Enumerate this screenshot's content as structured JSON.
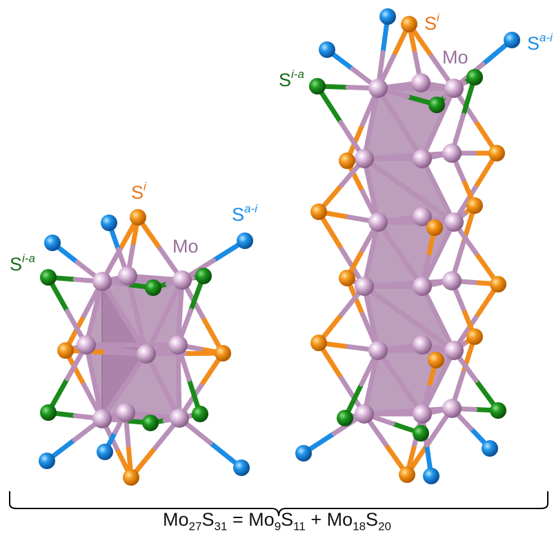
{
  "labels": {
    "s_i": "S",
    "s_i_sup": "i",
    "s_a_i": "S",
    "s_a_i_sup": "a-i",
    "s_i_a": "S",
    "s_i_a_sup": "i-a",
    "mo": "Mo"
  },
  "formula": {
    "lhs_mo": "Mo",
    "lhs_mo_n": "27",
    "lhs_s": "S",
    "lhs_s_n": "31",
    "eq": " = ",
    "t1_mo": "Mo",
    "t1_mo_n": "9",
    "t1_s": "S",
    "t1_s_n": "11",
    "plus": " + ",
    "t2_mo": "Mo",
    "t2_mo_n": "18",
    "t2_s": "S",
    "t2_s_n": "20"
  },
  "colors": {
    "mo": "#c9a0c9",
    "mo_bond": "#b890b8",
    "s_inner": "#f28c1a",
    "s_apical": "#1a8ce6",
    "s_inner_apical": "#1a8a1a",
    "polyhedron": "#a479a4",
    "label_mo": "#9a6f9a",
    "label_s_i": "#e8751a",
    "label_s_a_i": "#1a8ce6",
    "label_s_i_a": "#1a6a1a"
  }
}
